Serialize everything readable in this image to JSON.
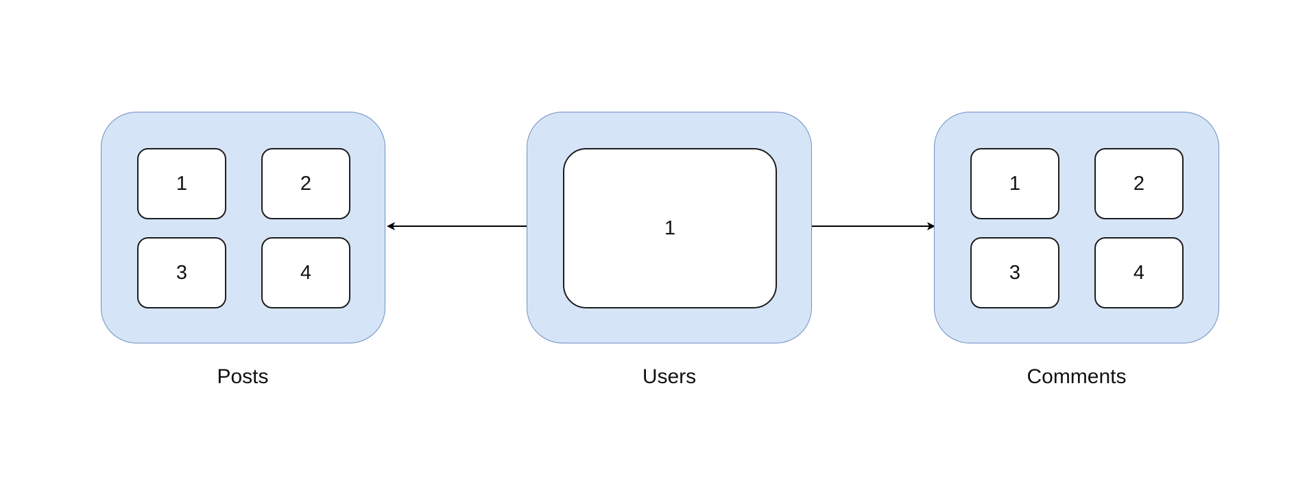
{
  "groups": {
    "posts": {
      "label": "Posts",
      "cells": [
        "1",
        "2",
        "3",
        "4"
      ]
    },
    "users": {
      "label": "Users",
      "cells": [
        "1"
      ]
    },
    "comments": {
      "label": "Comments",
      "cells": [
        "1",
        "2",
        "3",
        "4"
      ]
    }
  },
  "edges": [
    {
      "from": "users",
      "to": "posts"
    },
    {
      "from": "users",
      "to": "comments"
    }
  ],
  "colors": {
    "group_fill": "#d6e4f8",
    "group_stroke": "#6d8ebf",
    "cell_fill": "#ffffff",
    "cell_stroke": "#1c1c1c",
    "edge": "#000000"
  }
}
